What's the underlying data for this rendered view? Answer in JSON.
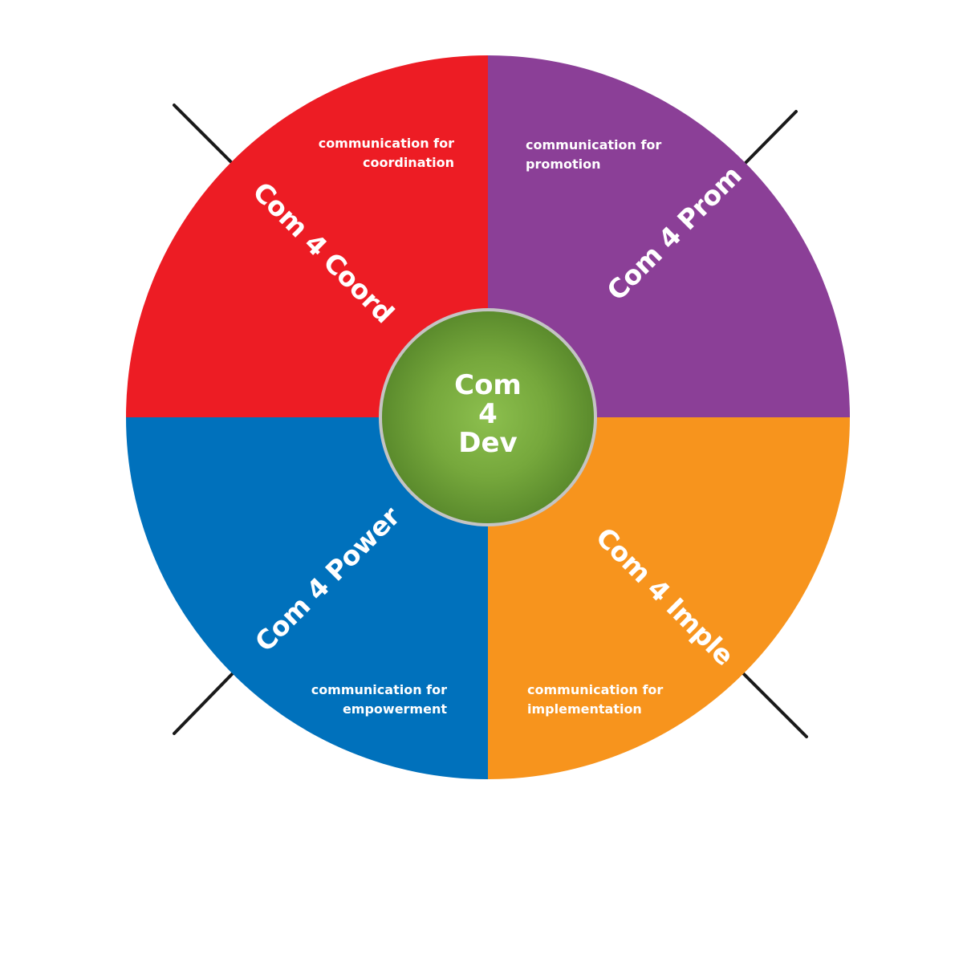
{
  "diagram": {
    "type": "segmented-wheel",
    "center": {
      "lines": [
        "Com",
        "4",
        "Dev"
      ],
      "color": "#76a83c"
    },
    "segments": [
      {
        "id": "coord",
        "position": "top-left",
        "title": "Com 4 Coord",
        "subtitle_lines": [
          "communication for",
          "coordination"
        ],
        "color": "#ed1c24"
      },
      {
        "id": "prom",
        "position": "top-right",
        "title": "Com 4 Prom",
        "subtitle_lines": [
          "communication for",
          "promotion"
        ],
        "color": "#8b3f97"
      },
      {
        "id": "power",
        "position": "bottom-left",
        "title": "Com 4 Power",
        "subtitle_lines": [
          "communication for",
          "empowerment"
        ],
        "color": "#0071bc"
      },
      {
        "id": "imple",
        "position": "bottom-right",
        "title": "Com 4 Imple",
        "subtitle_lines": [
          "communication for",
          "implementation"
        ],
        "color": "#f7941d"
      }
    ],
    "connector_color": "#1a1a1a"
  }
}
